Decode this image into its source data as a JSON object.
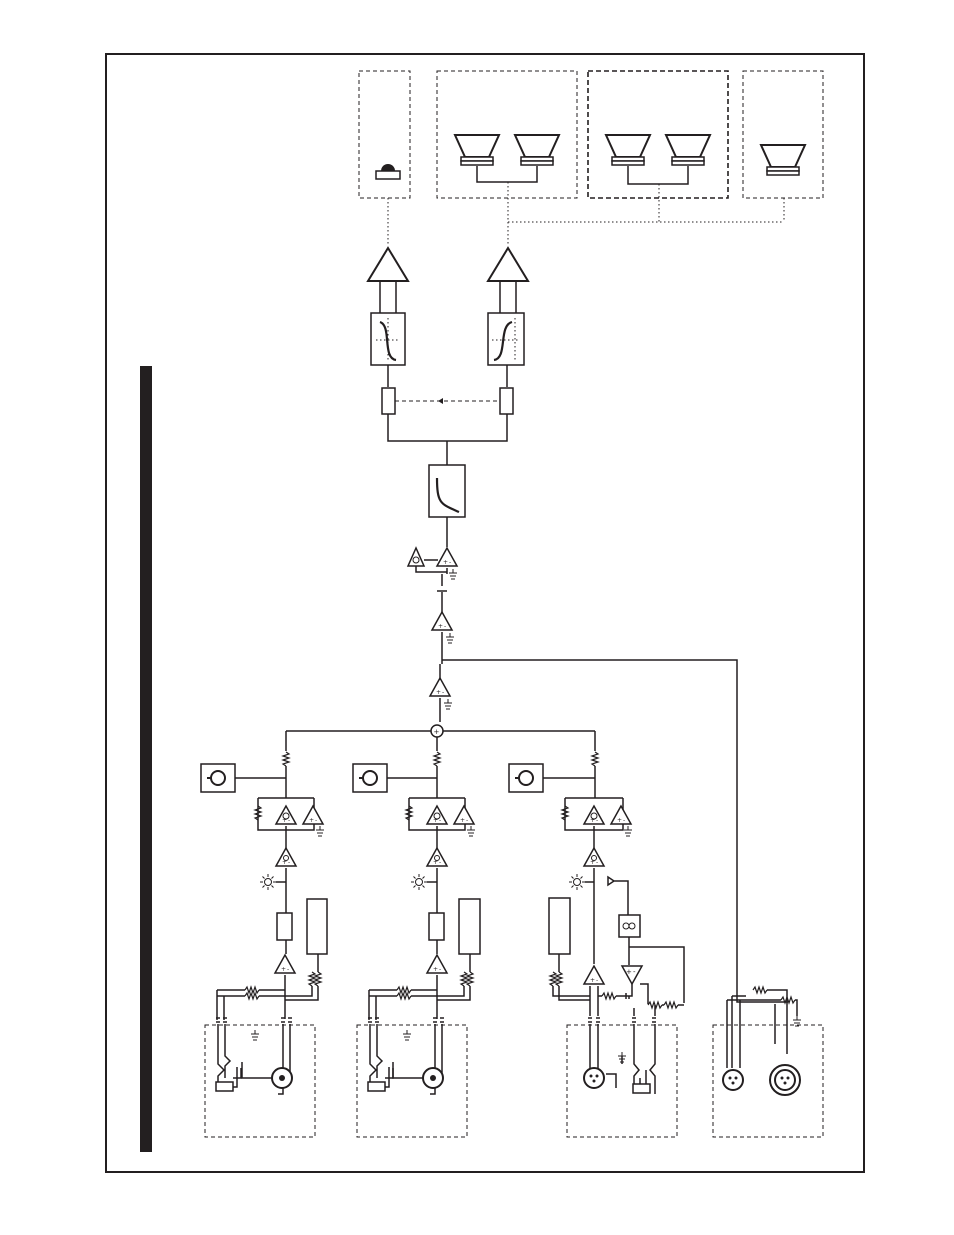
{
  "figure": {
    "kind": "block-diagram",
    "colors": {
      "ink": "#231f20",
      "background": "#ffffff"
    },
    "symbols": {
      "frame": "outer-frame",
      "side_bar": "vertical-black-bar",
      "tweeter": "tweeter-icon",
      "speaker_pair_1": "speaker-pair-icon",
      "speaker_pair_2": "speaker-pair-icon",
      "speaker_single": "speaker-icon",
      "amplifier": "amplifier-triangle-icon",
      "crossover": "crossover-filter-icon",
      "eq": "eq-filter-icon",
      "channel_led": "led-icon",
      "level_knob": "knob-icon",
      "xlr_connector": "xlr-connector-icon",
      "summing_node": "summing-node-icon",
      "op_amp": "op-amp-icon"
    },
    "input_channels": 3,
    "output_connectors": 2,
    "op_amp_pin_labels": [
      "+",
      "-"
    ],
    "summing_label": "+"
  }
}
